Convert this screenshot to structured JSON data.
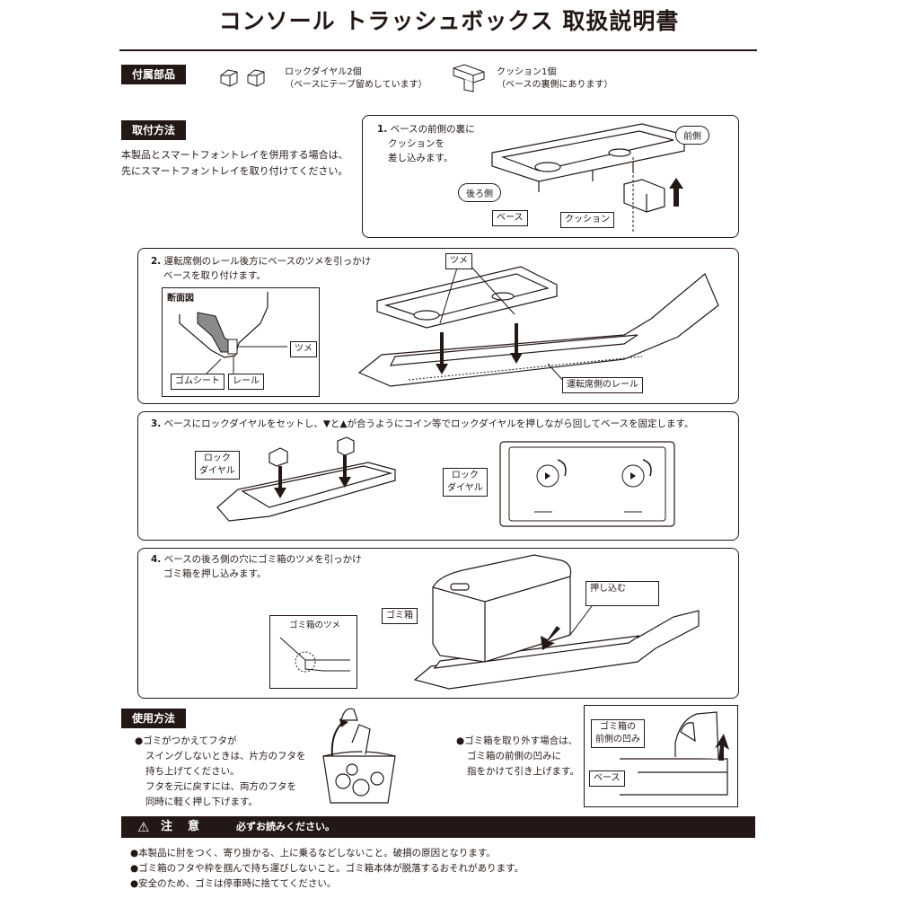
{
  "title": "コンソール トラッシュボックス 取扱説明書",
  "accessories": {
    "heading": "付属部品",
    "lock_dial": {
      "line1": "ロックダイヤル2個",
      "line2": "（ベースにテープ留めしています）"
    },
    "cushion": {
      "line1": "クッション1個",
      "line2": "（ベースの裏側にあります）"
    }
  },
  "mounting": {
    "heading": "取付方法",
    "intro": [
      "本製品とスマートフォントレイを併用する場合は、",
      "先にスマートフォントレイを取り付けてください。"
    ],
    "step1": {
      "num": "1.",
      "lines": [
        "ベースの前側の裏に",
        "クッションを",
        "差し込みます。"
      ],
      "front": "前側",
      "rear": "後ろ側",
      "base": "ベース",
      "cushion": "クッション"
    },
    "step2": {
      "num": "2.",
      "lines": [
        "運転席側のレール後方にベースのツメを引っかけ",
        "ベースを取り付けます。"
      ],
      "section": "断面図",
      "claw": "ツメ",
      "claw_top": "ツメ",
      "rubber": "ゴムシート",
      "rail": "レール",
      "rail_driver": "運転席側のレール"
    },
    "step3": {
      "num": "3.",
      "text": "ベースにロックダイヤルをセットし、▼と▲が合うようにコイン等でロックダイヤルを押しながら回してベースを固定します。",
      "dial1": [
        "ロック",
        "ダイヤル"
      ],
      "dial2": [
        "ロック",
        "ダイヤル"
      ]
    },
    "step4": {
      "num": "4.",
      "lines": [
        "ベースの後ろ側の穴にゴミ箱のツメを引っかけ",
        "ゴミ箱を押し込みます。"
      ],
      "trash_claw": "ゴミ箱のツメ",
      "trash": "ゴミ箱",
      "push": "押し込む"
    }
  },
  "usage": {
    "heading": "使用方法",
    "left": [
      "●ゴミがつかえてフタが",
      "スイングしないときは、片方のフタを",
      "持ち上げてください。",
      "フタを元に戻すには、両方のフタを",
      "同時に軽く押し下げます。"
    ],
    "right": [
      "●ゴミ箱を取り外す場合は、",
      "ゴミ箱の前側の凹みに",
      "指をかけて引き上げます。"
    ],
    "dent": [
      "ゴミ箱の",
      "前側の凹み"
    ],
    "base": "ベース"
  },
  "caution": {
    "heading": "注　意",
    "sub": "必ずお読みください。",
    "notes": [
      "●本製品に肘をつく、寄り掛かる、上に乗るなどしないこと。破損の原因となります。",
      "●ゴミ箱のフタや枠を掴んで持ち運びしないこと。ゴミ箱本体が脱落するおそれがあります。",
      "●安全のため、ゴミは停車時に捨ててください。"
    ]
  }
}
